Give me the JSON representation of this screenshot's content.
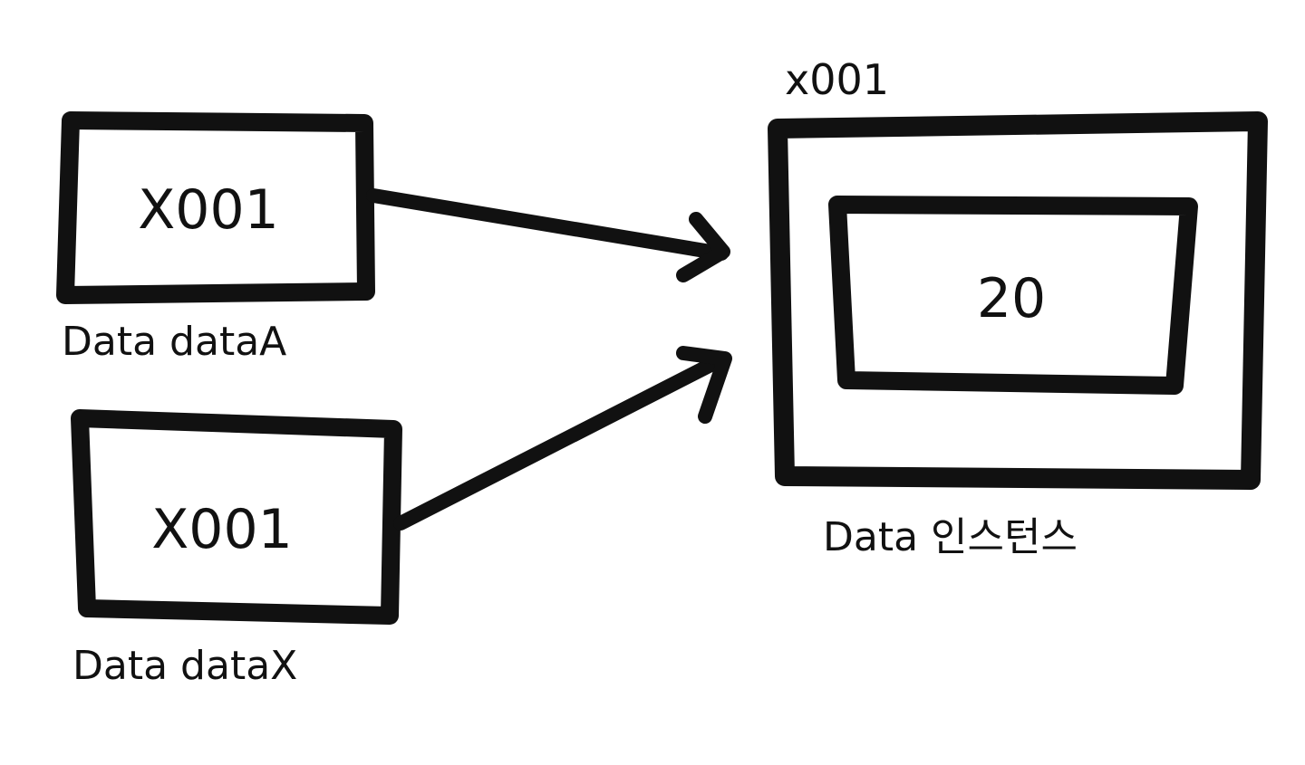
{
  "diagram": {
    "variables": [
      {
        "value": "X001",
        "caption": "Data dataA"
      },
      {
        "value": "X001",
        "caption": "Data dataX"
      }
    ],
    "instance": {
      "address": "x001",
      "value": "20",
      "caption": "Data 인스턴스"
    },
    "colors": {
      "stroke": "#111111",
      "background": "#ffffff"
    }
  }
}
